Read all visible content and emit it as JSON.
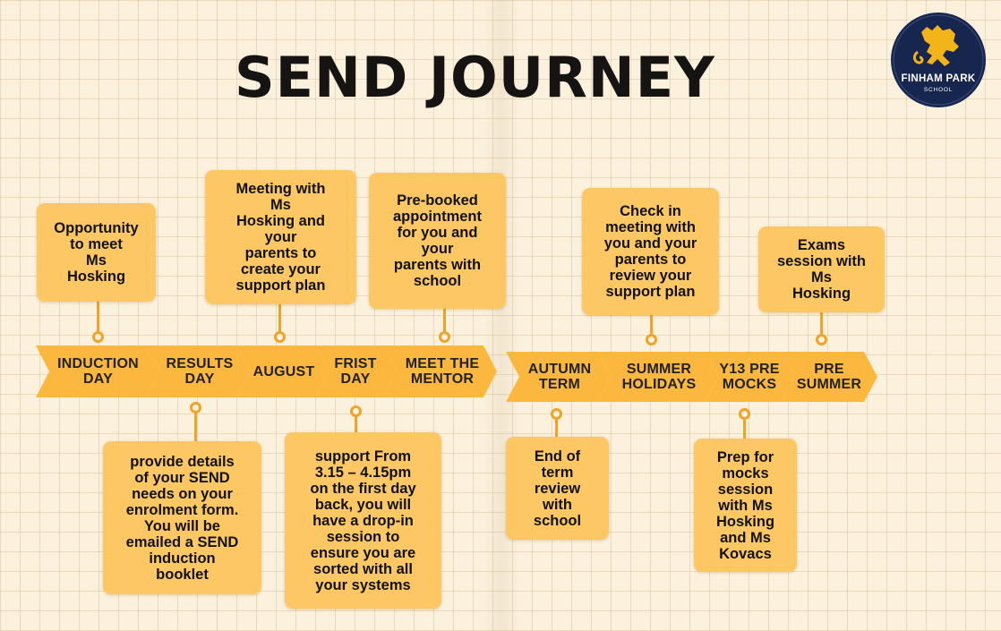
{
  "title": "SEND JOURNEY",
  "logo": {
    "name": "FINHAM PARK",
    "sub": "SCHOOL",
    "icon": "lion-icon"
  },
  "colors": {
    "box": "#fdc863",
    "arrow": "#fcb83e",
    "connector": "#f0a326",
    "title": "#161412"
  },
  "stages": [
    "INDUCTION\nDAY",
    "RESULTS\nDAY",
    "AUGUST",
    "FRIST\nDAY",
    "MEET THE\nMENTOR",
    "AUTUMN\nTERM",
    "SUMMER\nHOLIDAYS",
    "Y13 PRE\nMOCKS",
    "PRE\nSUMMER"
  ],
  "notes_above": [
    "Opportunity\nto meet\nMs\nHosking",
    "Meeting with\nMs\nHosking and\nyour\nparents to\ncreate your\nsupport plan",
    "Pre-booked\nappointment\nfor you and\nyour\nparents with\nschool",
    "Check in\nmeeting with\nyou and your\nparents  to\nreview your\nsupport plan",
    "Exams\nsession with\nMs\nHosking"
  ],
  "notes_below": [
    "provide details\nof your SEND\nneeds on your\nenrolment form.\nYou will be\nemailed a SEND\ninduction\nbooklet",
    "support From\n3.15 – 4.15pm\non the first day\nback, you will\nhave a drop-in\nsession to\nensure you are\nsorted with all\nyour systems",
    "End of\nterm\nreview\nwith\nschool",
    "Prep for\nmocks\nsession\nwith Ms\nHosking\nand Ms\nKovacs"
  ]
}
